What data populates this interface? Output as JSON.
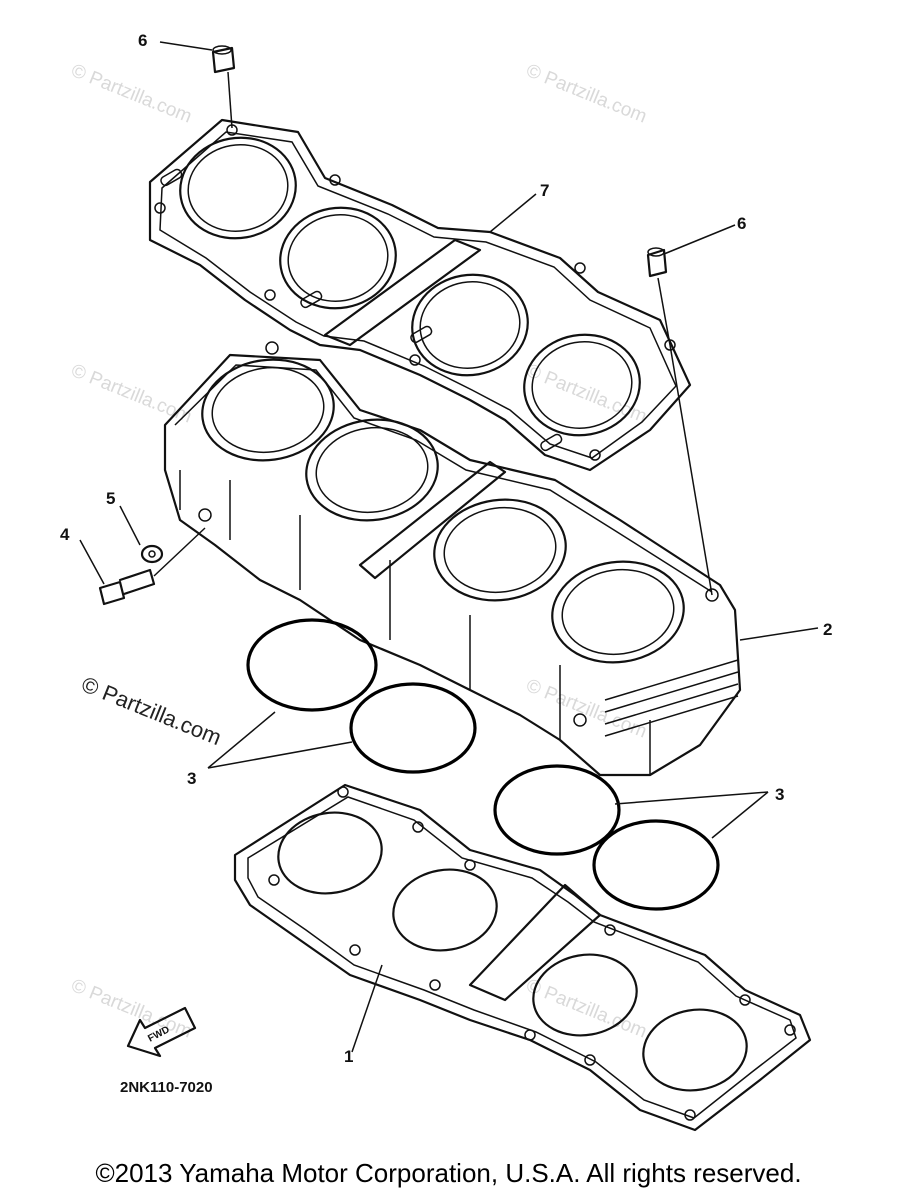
{
  "watermarks": {
    "brand": "© Partzilla.com",
    "prominent": "© Partzilla.com"
  },
  "callouts": {
    "p1": "1",
    "p2": "2",
    "p3_left": "3",
    "p3_right": "3",
    "p4": "4",
    "p5": "5",
    "p6_top": "6",
    "p6_right": "6",
    "p7": "7"
  },
  "fwd_label": "FWD",
  "diagram_code": "2NK110-7020",
  "copyright": "©2013 Yamaha Motor Corporation, U.S.A. All rights reserved."
}
